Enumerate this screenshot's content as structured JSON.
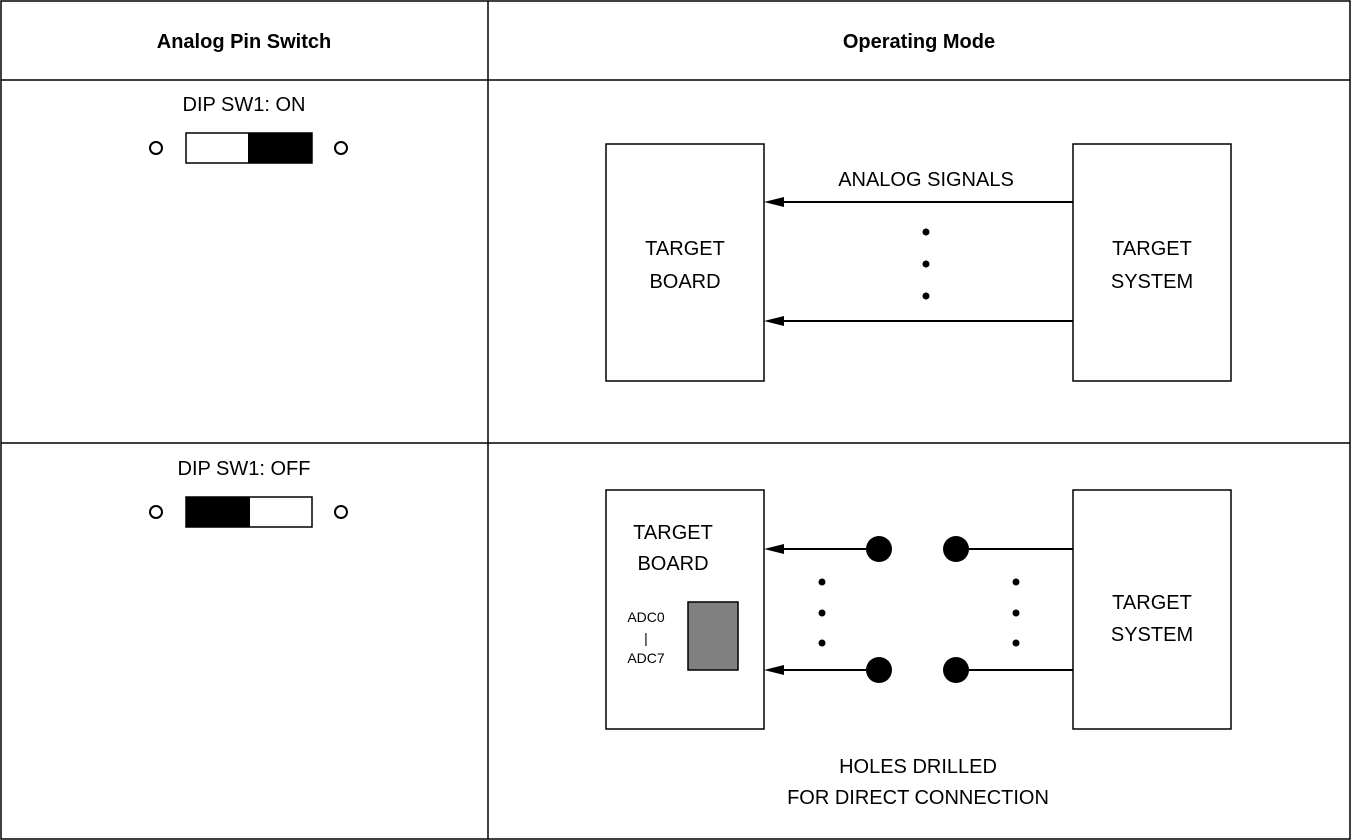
{
  "table": {
    "headers": {
      "switch": "Analog Pin Switch",
      "mode": "Operating Mode"
    },
    "rows": [
      {
        "switch_label": "DIP SW1: ON",
        "switch_state": "ON",
        "diagram": {
          "left_block_line1": "TARGET",
          "left_block_line2": "BOARD",
          "right_block_line1": "TARGET",
          "right_block_line2": "SYSTEM",
          "signal_label": "ANALOG SIGNALS"
        }
      },
      {
        "switch_label": "DIP SW1: OFF",
        "switch_state": "OFF",
        "diagram": {
          "left_block_line1": "TARGET",
          "left_block_line2": "BOARD",
          "right_block_line1": "TARGET",
          "right_block_line2": "SYSTEM",
          "adc_top": "ADC0",
          "adc_sep": "|",
          "adc_bottom": "ADC7",
          "caption_line1": "HOLES DRILLED",
          "caption_line2": "FOR DIRECT CONNECTION"
        }
      }
    ]
  },
  "colors": {
    "line": "#000000",
    "adc_chip": "#808080",
    "switch_dark": "#000000"
  }
}
